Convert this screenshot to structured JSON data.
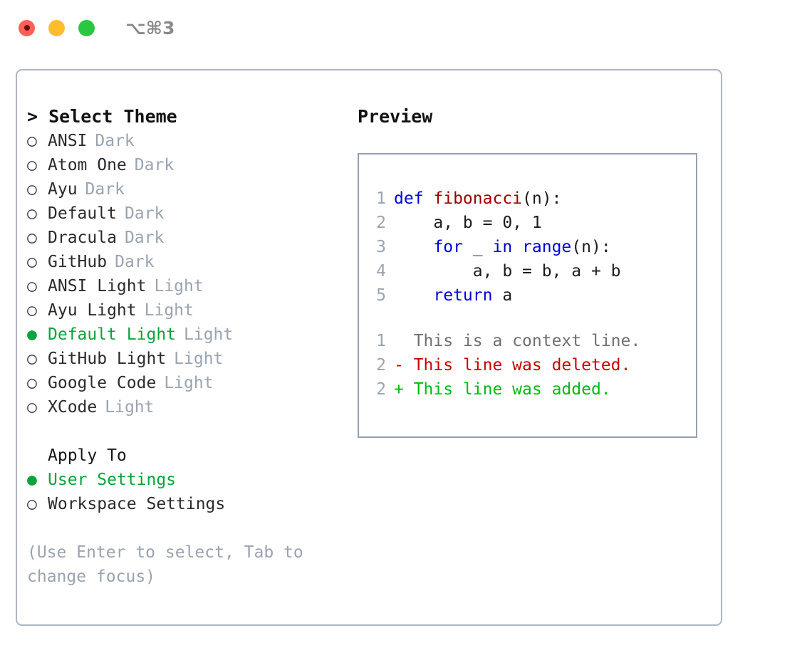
{
  "window": {
    "shortcut": "⌥⌘3",
    "traffic_lights": [
      {
        "name": "close",
        "color": "#ff5f57",
        "recording": true
      },
      {
        "name": "minimize",
        "color": "#ffbd2e",
        "recording": false
      },
      {
        "name": "zoom",
        "color": "#28c840",
        "recording": false
      }
    ]
  },
  "colors": {
    "accent_green": "#0ba33c",
    "muted_gray": "#9aa3b0",
    "panel_border": "#aeb6c2",
    "preview_border": "#96a0b0",
    "keyword_blue": "#0000dd",
    "function_red": "#a30000",
    "diff_deleted": "#cc0000",
    "diff_added": "#00bb11"
  },
  "theme_panel": {
    "header": "> Select Theme",
    "marker_selected": "●",
    "marker_unselected": "○",
    "themes": [
      {
        "name": "ANSI",
        "tag": "Dark",
        "selected": false
      },
      {
        "name": "Atom One",
        "tag": "Dark",
        "selected": false
      },
      {
        "name": "Ayu",
        "tag": "Dark",
        "selected": false
      },
      {
        "name": "Default",
        "tag": "Dark",
        "selected": false
      },
      {
        "name": "Dracula",
        "tag": "Dark",
        "selected": false
      },
      {
        "name": "GitHub",
        "tag": "Dark",
        "selected": false
      },
      {
        "name": "ANSI Light",
        "tag": "Light",
        "selected": false
      },
      {
        "name": "Ayu Light",
        "tag": "Light",
        "selected": false
      },
      {
        "name": "Default Light",
        "tag": "Light",
        "selected": true
      },
      {
        "name": "GitHub Light",
        "tag": "Light",
        "selected": false
      },
      {
        "name": "Google Code",
        "tag": "Light",
        "selected": false
      },
      {
        "name": "XCode",
        "tag": "Light",
        "selected": false
      }
    ]
  },
  "apply_to": {
    "label": "Apply To",
    "options": [
      {
        "name": "User Settings",
        "selected": true
      },
      {
        "name": "Workspace Settings",
        "selected": false
      }
    ]
  },
  "hint": "(Use Enter to select, Tab to change focus)",
  "preview": {
    "header": "Preview",
    "code_lines": [
      {
        "num": "1",
        "tokens": [
          {
            "t": "def ",
            "k": "kw"
          },
          {
            "t": "fibonacci",
            "k": "fn"
          },
          {
            "t": "(n):",
            "k": "plain"
          }
        ]
      },
      {
        "num": "2",
        "tokens": [
          {
            "t": "    a, b = 0, 1",
            "k": "plain"
          }
        ]
      },
      {
        "num": "3",
        "tokens": [
          {
            "t": "    ",
            "k": "plain"
          },
          {
            "t": "for",
            "k": "kw"
          },
          {
            "t": " _ ",
            "k": "plain"
          },
          {
            "t": "in",
            "k": "kw"
          },
          {
            "t": " ",
            "k": "plain"
          },
          {
            "t": "range",
            "k": "kw"
          },
          {
            "t": "(n):",
            "k": "plain"
          }
        ]
      },
      {
        "num": "4",
        "tokens": [
          {
            "t": "        a, b = b, a + b",
            "k": "plain"
          }
        ]
      },
      {
        "num": "5",
        "tokens": [
          {
            "t": "    ",
            "k": "plain"
          },
          {
            "t": "return",
            "k": "kw"
          },
          {
            "t": " a",
            "k": "plain"
          }
        ]
      }
    ],
    "diff_lines": [
      {
        "num": "1",
        "marker": " ",
        "text": " This is a context line.",
        "kind": "context"
      },
      {
        "num": "2",
        "marker": "-",
        "text": " This line was deleted.",
        "kind": "deleted"
      },
      {
        "num": "2",
        "marker": "+",
        "text": " This line was added.",
        "kind": "added"
      }
    ]
  }
}
